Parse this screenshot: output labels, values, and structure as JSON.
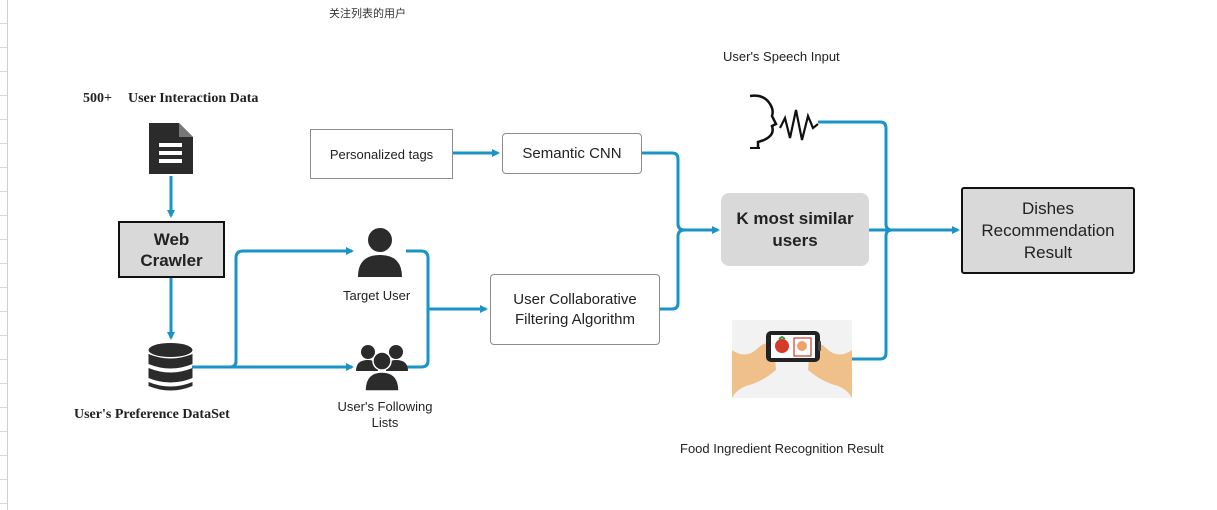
{
  "top_note": "关注列表的用户",
  "sources": {
    "interaction_count": "500+",
    "interaction_label": "User Interaction Data",
    "dataset_label": "User's Preference DataSet"
  },
  "nodes": {
    "web_crawler": "Web Crawler",
    "personalized_tags": "Personalized tags",
    "semantic_cnn": "Semantic CNN",
    "target_user": "Target User",
    "following_lists": "User's Following Lists",
    "cf_algorithm": "User Collaborative Filtering Algorithm",
    "k_similar": "K most similar users",
    "dishes_result": "Dishes Recommendation Result"
  },
  "inputs": {
    "speech_label": "User's Speech Input",
    "food_label": "Food Ingredient Recognition Result"
  },
  "colors": {
    "arrow": "#1a93c6",
    "icon": "#2b2b2b",
    "node_fill": "#d9d9d9"
  }
}
